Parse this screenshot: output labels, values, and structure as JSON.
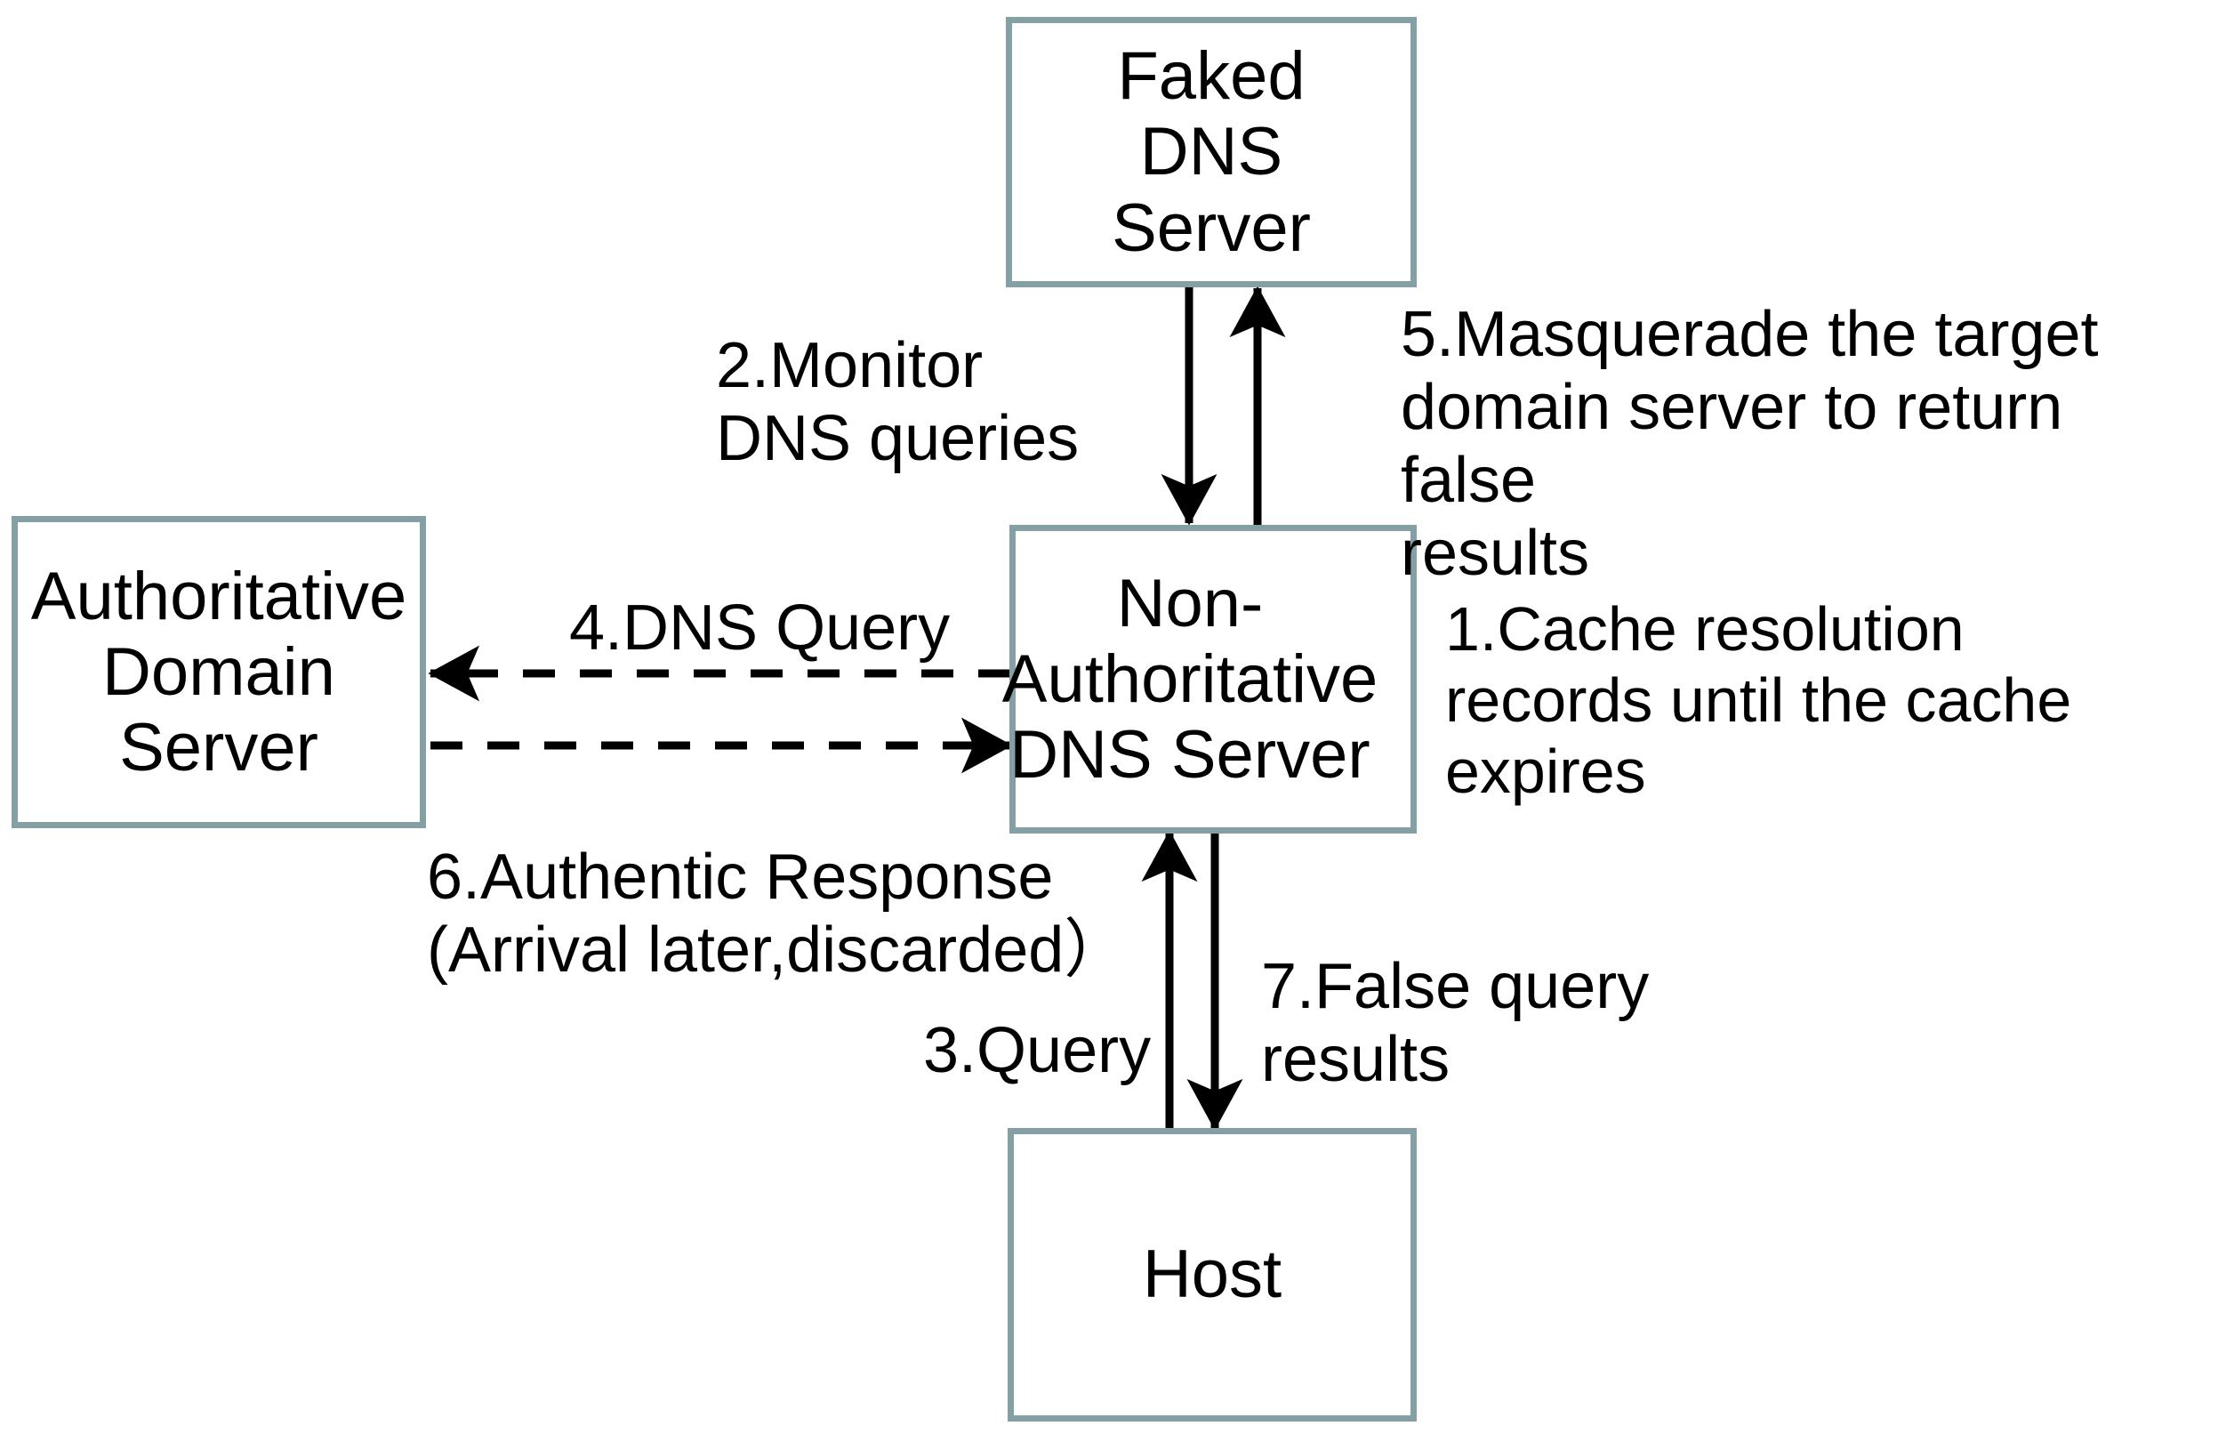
{
  "diagram": {
    "title": "DNS cache poisoning attack flow",
    "background_color": "#ffffff",
    "node_border_color": "#85a0a5",
    "text_color": "#000000",
    "nodes": [
      {
        "id": "faked",
        "label": "Faked\nDNS\nServer"
      },
      {
        "id": "nonauth",
        "label": "Non-\nAuthoritative\nDNS Server"
      },
      {
        "id": "auth",
        "label": "Authoritative\nDomain\nServer"
      },
      {
        "id": "host",
        "label": "Host"
      }
    ],
    "annotations": [
      {
        "id": "step2",
        "label": "2.Monitor\nDNS queries"
      },
      {
        "id": "step5",
        "label": "5.Masquerade the target\ndomain server to return false\nresults"
      },
      {
        "id": "step4",
        "label": "4.DNS Query"
      },
      {
        "id": "step1",
        "label": "1.Cache resolution\nrecords until the cache\nexpires"
      },
      {
        "id": "step6",
        "label": "6.Authentic Response\n(Arrival later,discarded）"
      },
      {
        "id": "step3",
        "label": "3.Query"
      },
      {
        "id": "step7",
        "label": "7.False query\nresults"
      }
    ],
    "edges": [
      {
        "id": "faked-to-nonauth",
        "style": "solid",
        "direction": "down",
        "step": "2"
      },
      {
        "id": "nonauth-to-faked",
        "style": "solid",
        "direction": "up",
        "step": "5"
      },
      {
        "id": "nonauth-to-auth",
        "style": "dashed",
        "direction": "left",
        "step": "4"
      },
      {
        "id": "auth-to-nonauth",
        "style": "dashed",
        "direction": "right",
        "step": "6"
      },
      {
        "id": "host-to-nonauth",
        "style": "solid",
        "direction": "up",
        "step": "3"
      },
      {
        "id": "nonauth-to-host",
        "style": "solid",
        "direction": "down",
        "step": "7"
      }
    ]
  }
}
